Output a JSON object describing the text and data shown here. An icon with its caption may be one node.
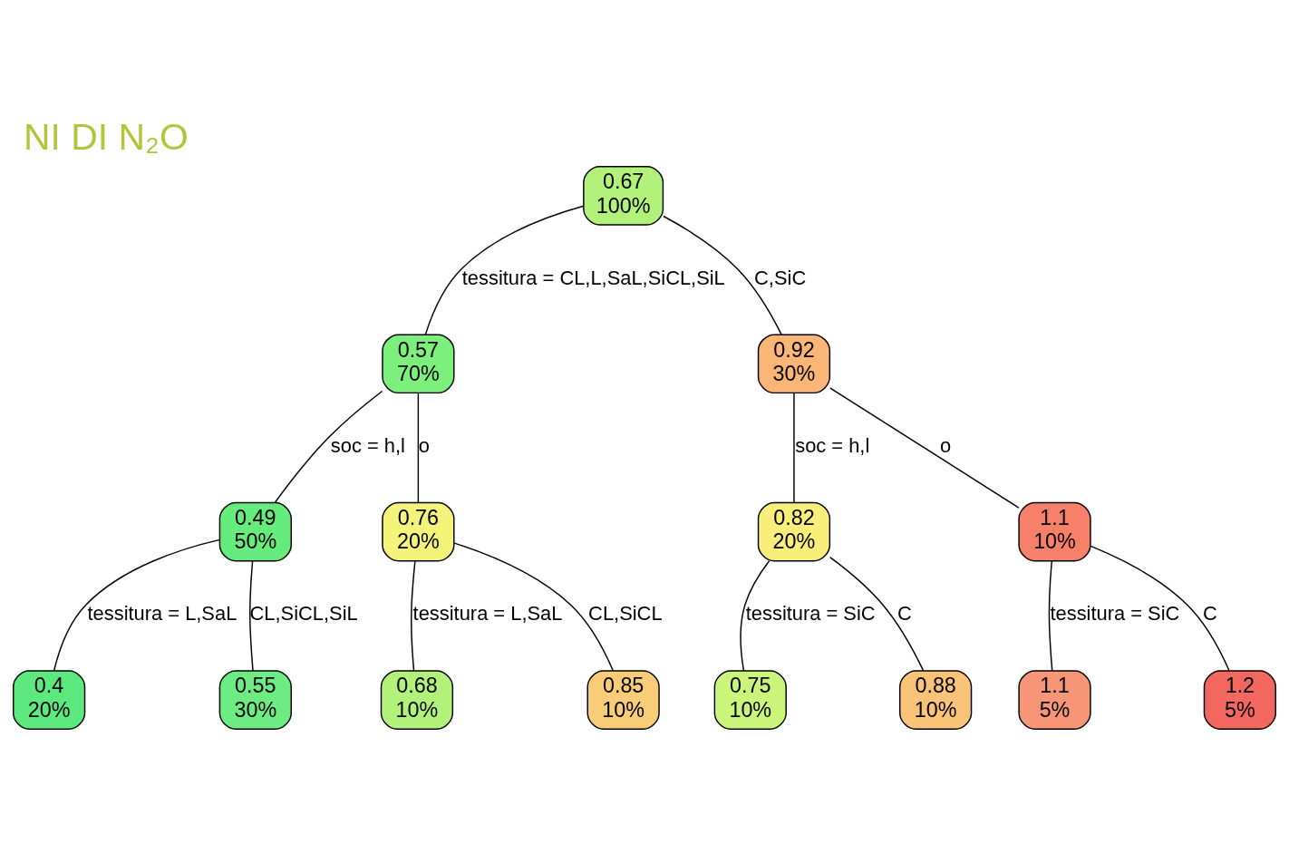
{
  "diagram": {
    "title": "NI DI N₂O",
    "nodes": [
      {
        "text": [
          "0.67",
          "100%"
        ]
      },
      {
        "text": [
          "0.57",
          "70%"
        ]
      },
      {
        "text": [
          "0.92",
          "30%"
        ]
      },
      {
        "text": [
          "0.49",
          "50%"
        ]
      },
      {
        "text": [
          "0.76",
          "20%"
        ]
      },
      {
        "text": [
          "0.82",
          "20%"
        ]
      },
      {
        "text": [
          "1.1",
          "10%"
        ]
      },
      {
        "text": [
          "0.4",
          "20%"
        ]
      },
      {
        "text": [
          "0.55",
          "30%"
        ]
      },
      {
        "text": [
          "0.68",
          "10%"
        ]
      },
      {
        "text": [
          "0.85",
          "10%"
        ]
      },
      {
        "text": [
          "0.75",
          "10%"
        ]
      },
      {
        "text": [
          "0.88",
          "10%"
        ]
      },
      {
        "text": [
          "1.1",
          "5%"
        ]
      },
      {
        "text": [
          "1.2",
          "5%"
        ]
      }
    ],
    "edges": [
      {
        "from": 0,
        "to": 1,
        "arrow": "none",
        "label": "tessitura = CL,L,SaL,SiCL,SiL"
      },
      {
        "from": 0,
        "to": 2,
        "arrow": "none",
        "label": "C,SiC"
      },
      {
        "from": 1,
        "to": 3,
        "arrow": "none",
        "label": "soc = h,l"
      },
      {
        "from": 1,
        "to": 4,
        "arrow": "none",
        "label": "o"
      },
      {
        "from": 2,
        "to": 5,
        "arrow": "none",
        "label": "soc = h,l"
      },
      {
        "from": 2,
        "to": 6,
        "arrow": "none",
        "label": "o"
      },
      {
        "from": 3,
        "to": 7,
        "arrow": "none",
        "label": "tessitura = L,SaL"
      },
      {
        "from": 3,
        "to": 8,
        "arrow": "none",
        "label": "CL,SiCL,SiL"
      },
      {
        "from": 4,
        "to": 9,
        "arrow": "none",
        "label": "tessitura = L,SaL"
      },
      {
        "from": 4,
        "to": 10,
        "arrow": "none",
        "label": "CL,SiCL"
      },
      {
        "from": 5,
        "to": 11,
        "arrow": "none",
        "label": "tessitura = SiC"
      },
      {
        "from": 5,
        "to": 12,
        "arrow": "none",
        "label": "C"
      },
      {
        "from": 6,
        "to": 13,
        "arrow": "none",
        "label": "tessitura = SiC"
      },
      {
        "from": 6,
        "to": 14,
        "arrow": "none",
        "label": "C"
      }
    ]
  }
}
